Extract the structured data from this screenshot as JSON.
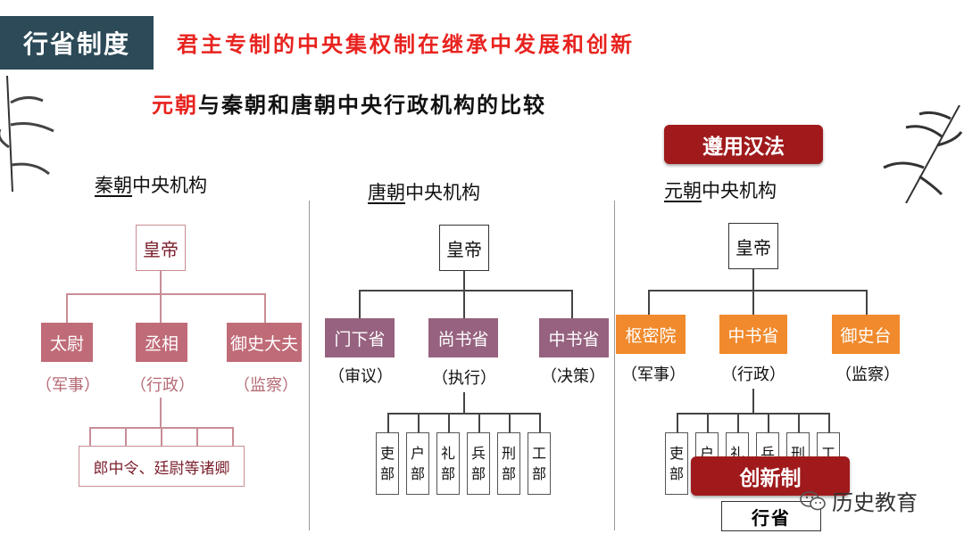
{
  "header": {
    "section": "行省制度",
    "headline": "君主专制的中央集权制在继承中发展和创新",
    "subtitle_red": "元朝",
    "subtitle_rest": "与秦朝和唐朝中央行政机构的比较"
  },
  "badges": {
    "top": "遵用汉法",
    "bottom": "创新制",
    "bottom_box": "行省"
  },
  "qin": {
    "title_u": "秦朝",
    "title_rest": "中央机构",
    "emperor": "皇帝",
    "offices": [
      {
        "name": "太尉",
        "note": "（军事）"
      },
      {
        "name": "丞相",
        "note": "（行政）"
      },
      {
        "name": "御史大夫",
        "note": "（监察）"
      }
    ],
    "bottom": "郎中令、廷尉等诸卿"
  },
  "tang": {
    "title_u": "唐朝",
    "title_rest": "中央机构",
    "emperor": "皇帝",
    "offices": [
      {
        "name": "门下省",
        "note": "（审议）"
      },
      {
        "name": "尚书省",
        "note": "（执行）"
      },
      {
        "name": "中书省",
        "note": "（决策）"
      }
    ],
    "ministries": [
      "吏部",
      "户部",
      "礼部",
      "兵部",
      "刑部",
      "工部"
    ]
  },
  "yuan": {
    "title_u": "元朝",
    "title_rest": "中央机构",
    "emperor": "皇帝",
    "offices": [
      {
        "name": "枢密院",
        "note": "（军事）"
      },
      {
        "name": "中书省",
        "note": "（行政）"
      },
      {
        "name": "御史台",
        "note": "（监察）"
      }
    ],
    "ministries": [
      "吏部",
      "户部",
      "礼部",
      "兵部",
      "刑部",
      "工部"
    ]
  },
  "watermark": "历史教育"
}
